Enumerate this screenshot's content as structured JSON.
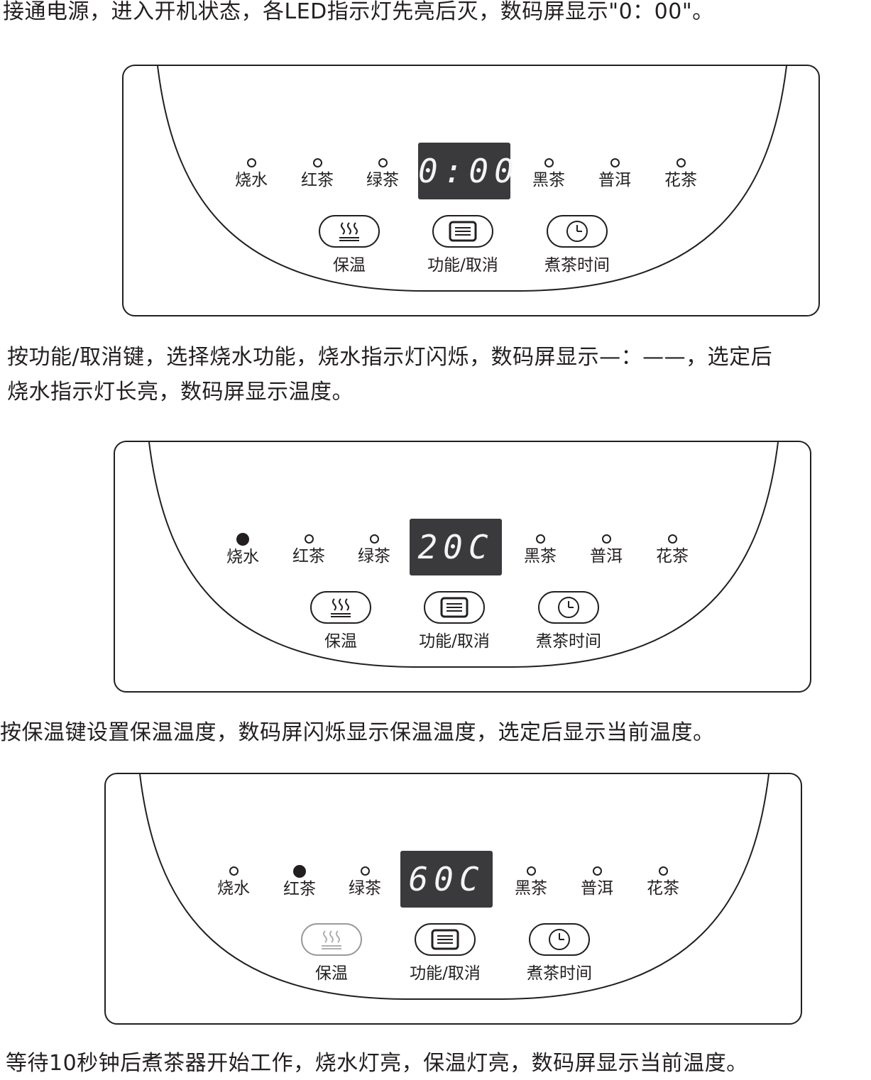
{
  "steps": [
    {
      "text_lines": [
        "接通电源，进入开机状态，各LED指示灯先亮后灭，数码屏显示\"0：00\"。"
      ],
      "panel": {
        "display": "0:00",
        "indicators": [
          {
            "label": "烧水",
            "lit": false
          },
          {
            "label": "红茶",
            "lit": false
          },
          {
            "label": "绿茶",
            "lit": false
          },
          {
            "label": "黑茶",
            "lit": false
          },
          {
            "label": "普洱",
            "lit": false
          },
          {
            "label": "花茶",
            "lit": false
          }
        ],
        "buttons": [
          {
            "label": "保温",
            "icon": "steam-icon",
            "dim": false
          },
          {
            "label": "功能/取消",
            "icon": "menu-icon",
            "dim": false
          },
          {
            "label": "煮茶时间",
            "icon": "clock-icon",
            "dim": false
          }
        ]
      }
    },
    {
      "text_lines": [
        "按功能/取消键，选择烧水功能，烧水指示灯闪烁，数码屏显示—：——，选定后",
        "烧水指示灯长亮，数码屏显示温度。"
      ],
      "panel": {
        "display": "20C",
        "indicators": [
          {
            "label": "烧水",
            "lit": true
          },
          {
            "label": "红茶",
            "lit": false
          },
          {
            "label": "绿茶",
            "lit": false
          },
          {
            "label": "黑茶",
            "lit": false
          },
          {
            "label": "普洱",
            "lit": false
          },
          {
            "label": "花茶",
            "lit": false
          }
        ],
        "buttons": [
          {
            "label": "保温",
            "icon": "steam-icon",
            "dim": false
          },
          {
            "label": "功能/取消",
            "icon": "menu-icon",
            "dim": false
          },
          {
            "label": "煮茶时间",
            "icon": "clock-icon",
            "dim": false
          }
        ]
      }
    },
    {
      "text_lines": [
        "按保温键设置保温温度，数码屏闪烁显示保温温度，选定后显示当前温度。"
      ],
      "panel": {
        "display": "60C",
        "indicators": [
          {
            "label": "烧水",
            "lit": false
          },
          {
            "label": "红茶",
            "lit": true
          },
          {
            "label": "绿茶",
            "lit": false
          },
          {
            "label": "黑茶",
            "lit": false
          },
          {
            "label": "普洱",
            "lit": false
          },
          {
            "label": "花茶",
            "lit": false
          }
        ],
        "buttons": [
          {
            "label": "保温",
            "icon": "steam-icon",
            "dim": true
          },
          {
            "label": "功能/取消",
            "icon": "menu-icon",
            "dim": false
          },
          {
            "label": "煮茶时间",
            "icon": "clock-icon",
            "dim": false
          }
        ]
      }
    }
  ],
  "footer_text": "等待10秒钟后煮茶器开始工作，烧水灯亮，保温灯亮，数码屏显示当前温度。"
}
